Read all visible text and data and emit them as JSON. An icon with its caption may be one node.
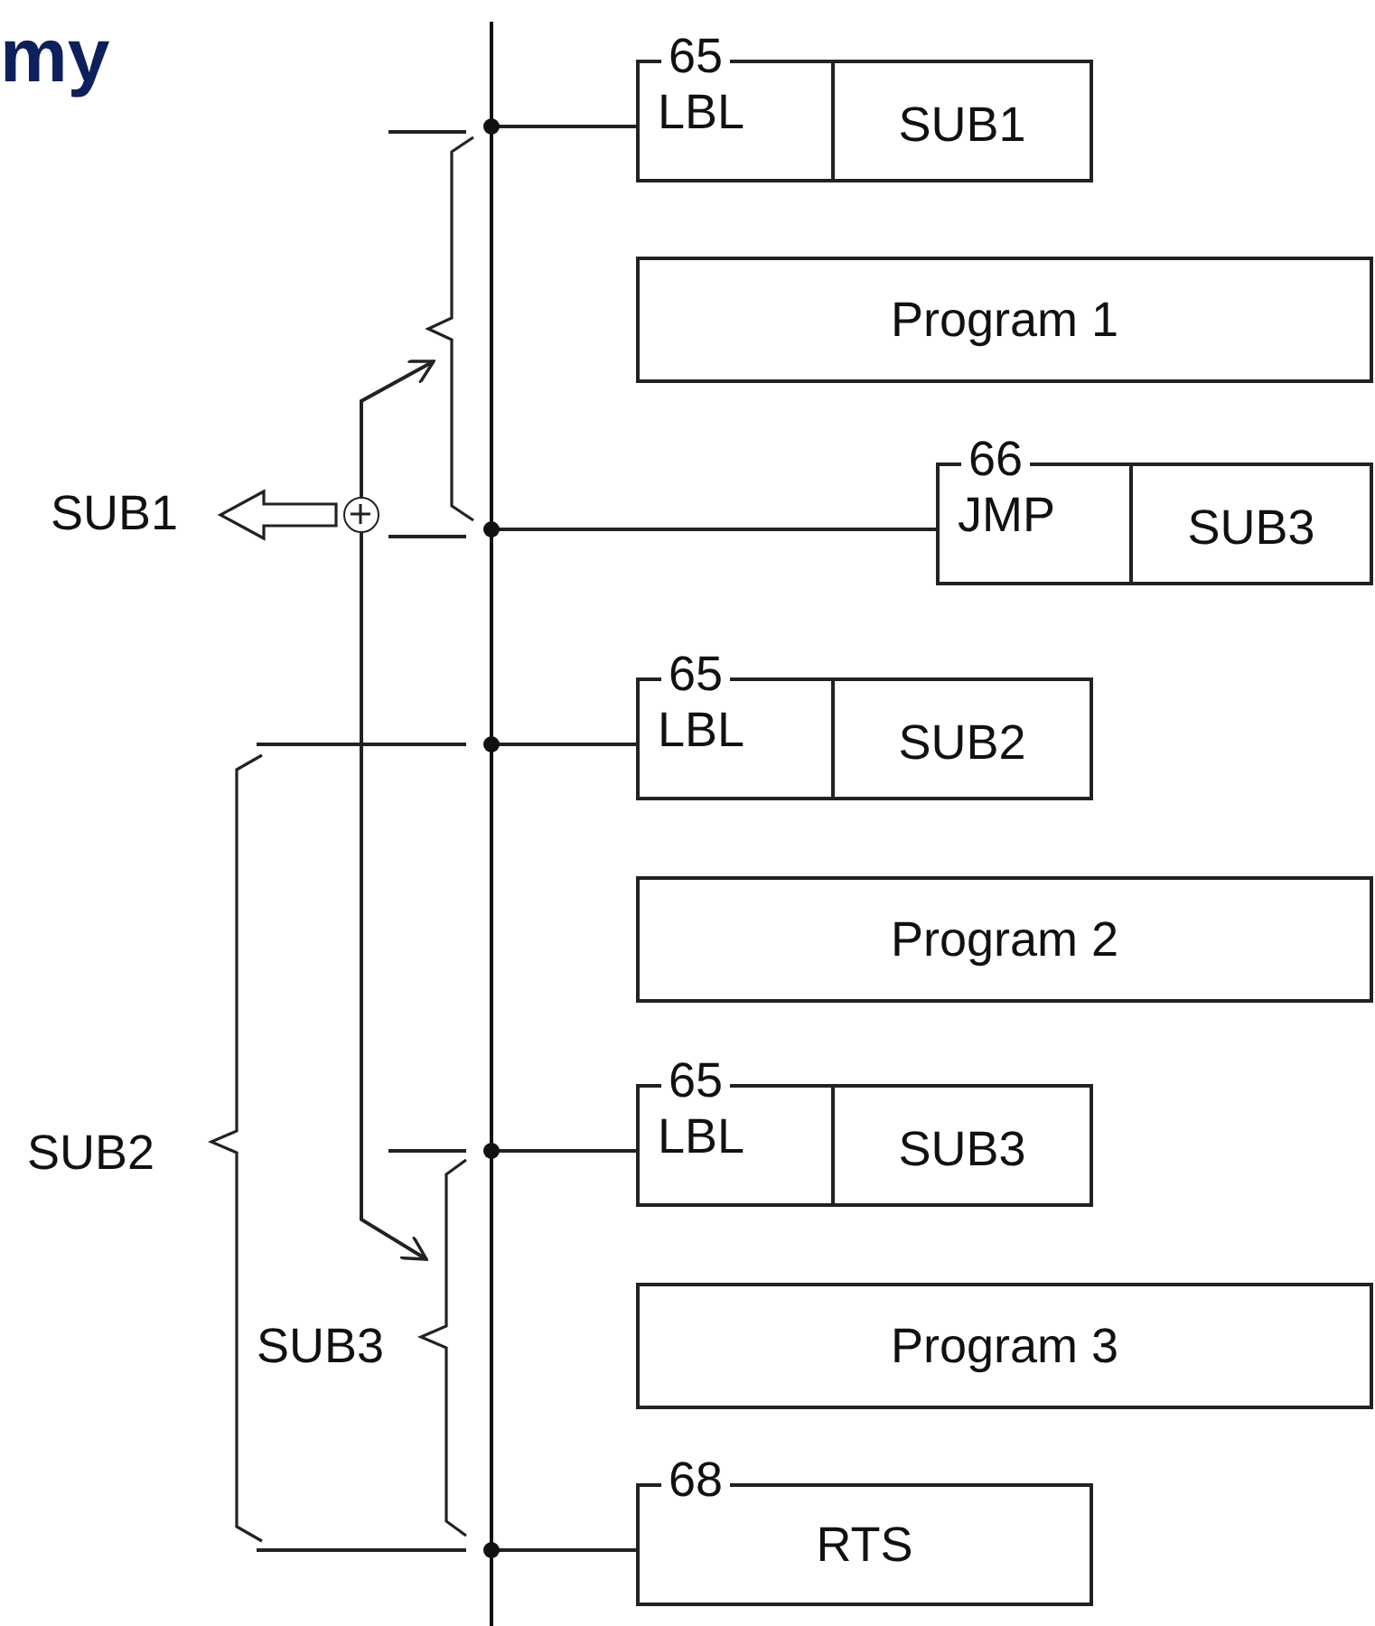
{
  "diagram": {
    "nodes": [
      {
        "text": [
          "65",
          "LBL",
          "SUB1"
        ]
      },
      {
        "text": [
          "Program 1"
        ]
      },
      {
        "text": [
          "SUB1"
        ]
      },
      {
        "text": [],
        "shape": "circle"
      },
      {
        "text": [
          "66",
          "JMP",
          "SUB3"
        ]
      },
      {
        "text": [
          "65",
          "LBL",
          "SUB2"
        ]
      },
      {
        "text": [
          "Program 2"
        ]
      },
      {
        "text": [
          "65",
          "LBL",
          "SUB3"
        ]
      },
      {
        "text": [
          "Program 3"
        ]
      },
      {
        "text": [
          "68",
          "RTS"
        ]
      },
      {
        "text": [],
        "shape": "bar"
      }
    ],
    "edges": [
      {
        "from": 10,
        "to": 0,
        "arrow": "none"
      },
      {
        "from": 10,
        "to": 4,
        "arrow": "none"
      },
      {
        "from": 10,
        "to": 5,
        "arrow": "none"
      },
      {
        "from": 10,
        "to": 7,
        "arrow": "none"
      },
      {
        "from": 10,
        "to": 9,
        "arrow": "none"
      },
      {
        "from": 3,
        "to": 2,
        "arrow": "to"
      },
      {
        "from": 3,
        "to": 10,
        "arrow": "to"
      },
      {
        "from": 3,
        "to": 10,
        "arrow": "to"
      }
    ],
    "labels": [
      "my",
      "SUB2",
      "SUB3"
    ]
  }
}
